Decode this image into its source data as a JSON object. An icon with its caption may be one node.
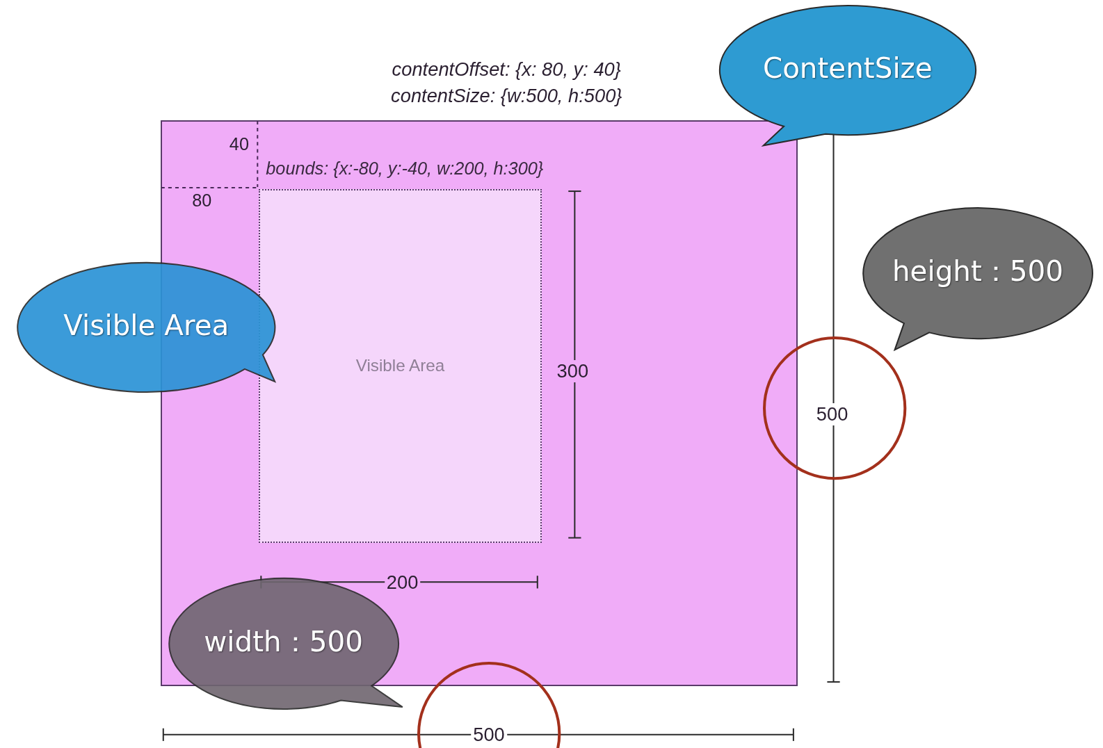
{
  "diagram": {
    "nodes": [
      {
        "text": [
          "ContentSize"
        ]
      },
      {
        "text": [],
        "shape": "box"
      },
      {
        "text": [
          "Visible Area"
        ],
        "in": 1,
        "beside": [
          "bounds: {x:-80, y:-40, w:200, h:300}"
        ]
      },
      {
        "text": [
          "Visible Area"
        ]
      },
      {
        "text": [
          "height：500"
        ]
      },
      {
        "text": [],
        "shape": "circle"
      },
      {
        "text": [
          "width：500"
        ]
      },
      {
        "text": [],
        "shape": "circle"
      }
    ],
    "labels": [
      "contentOffset: {x: 80, y: 40}",
      "contentSize: {w:500, h:500}",
      "40",
      "80",
      "300",
      "500",
      "200",
      "500"
    ]
  }
}
